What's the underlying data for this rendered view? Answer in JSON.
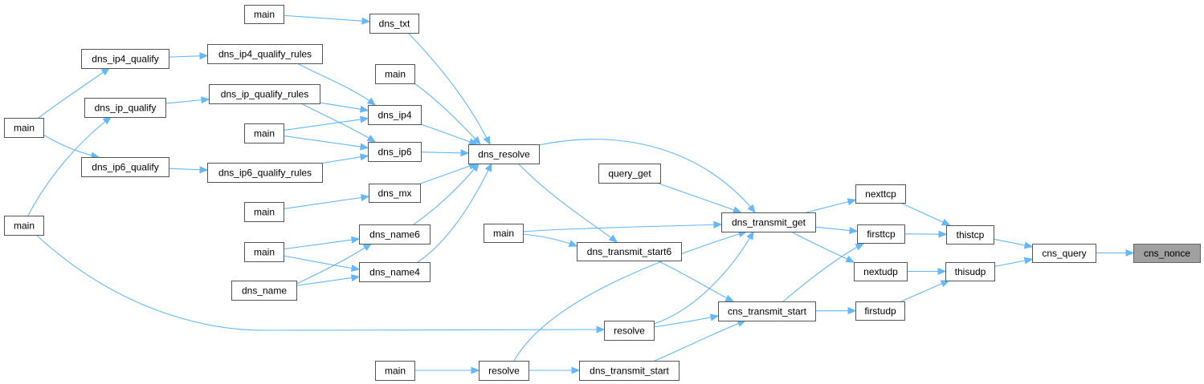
{
  "title": "cns_nonce caller graph",
  "colors": {
    "edge": "#63b8ff",
    "node_border": "#555555",
    "root_fill": "#a0a0a0",
    "node_fill": "#ffffff"
  },
  "nodes": [
    {
      "id": "cns_nonce",
      "label": "cns_nonce",
      "root": true
    },
    {
      "id": "cns_query",
      "label": "cns_query"
    },
    {
      "id": "thistcp",
      "label": "thistcp"
    },
    {
      "id": "thisudp",
      "label": "thisudp"
    },
    {
      "id": "nexttcp",
      "label": "nexttcp"
    },
    {
      "id": "firsttcp",
      "label": "firsttcp"
    },
    {
      "id": "nextudp",
      "label": "nextudp"
    },
    {
      "id": "firstudp",
      "label": "firstudp"
    },
    {
      "id": "dns_transmit_get",
      "label": "dns_transmit_get"
    },
    {
      "id": "cns_transmit_start",
      "label": "cns_transmit_start"
    },
    {
      "id": "query_get",
      "label": "query_get"
    },
    {
      "id": "dns_transmit_start6",
      "label": "dns_transmit_start6"
    },
    {
      "id": "dns_transmit_start",
      "label": "dns_transmit_start"
    },
    {
      "id": "main_r6",
      "label": "main"
    },
    {
      "id": "resolve_a",
      "label": "resolve"
    },
    {
      "id": "resolve_b",
      "label": "resolve"
    },
    {
      "id": "main_r1",
      "label": "main"
    },
    {
      "id": "dns_resolve",
      "label": "dns_resolve"
    },
    {
      "id": "dns_txt",
      "label": "dns_txt"
    },
    {
      "id": "main_txt",
      "label": "main"
    },
    {
      "id": "main_direct",
      "label": "main"
    },
    {
      "id": "dns_ip4",
      "label": "dns_ip4"
    },
    {
      "id": "dns_ip6",
      "label": "dns_ip6"
    },
    {
      "id": "main_ip",
      "label": "main"
    },
    {
      "id": "dns_mx",
      "label": "dns_mx"
    },
    {
      "id": "main_mx",
      "label": "main"
    },
    {
      "id": "dns_name6",
      "label": "dns_name6"
    },
    {
      "id": "dns_name4",
      "label": "dns_name4"
    },
    {
      "id": "main_name",
      "label": "main"
    },
    {
      "id": "dns_name",
      "label": "dns_name"
    },
    {
      "id": "dns_ip4_qualify_rules",
      "label": "dns_ip4_qualify_rules"
    },
    {
      "id": "dns_ip_qualify_rules",
      "label": "dns_ip_qualify_rules"
    },
    {
      "id": "dns_ip6_qualify_rules",
      "label": "dns_ip6_qualify_rules"
    },
    {
      "id": "dns_ip4_qualify",
      "label": "dns_ip4_qualify"
    },
    {
      "id": "dns_ip_qualify",
      "label": "dns_ip_qualify"
    },
    {
      "id": "dns_ip6_qualify",
      "label": "dns_ip6_qualify"
    },
    {
      "id": "main_left1",
      "label": "main"
    },
    {
      "id": "main_left2",
      "label": "main"
    }
  ],
  "edges": [
    {
      "from": "cns_query",
      "to": "cns_nonce"
    },
    {
      "from": "thistcp",
      "to": "cns_query"
    },
    {
      "from": "thisudp",
      "to": "cns_query"
    },
    {
      "from": "nexttcp",
      "to": "thistcp"
    },
    {
      "from": "firsttcp",
      "to": "thistcp"
    },
    {
      "from": "nextudp",
      "to": "thisudp"
    },
    {
      "from": "firstudp",
      "to": "thisudp"
    },
    {
      "from": "dns_transmit_get",
      "to": "nexttcp"
    },
    {
      "from": "dns_transmit_get",
      "to": "firsttcp"
    },
    {
      "from": "dns_transmit_get",
      "to": "nextudp"
    },
    {
      "from": "cns_transmit_start",
      "to": "firsttcp"
    },
    {
      "from": "cns_transmit_start",
      "to": "firstudp"
    },
    {
      "from": "query_get",
      "to": "dns_transmit_get"
    },
    {
      "from": "main_r6",
      "to": "dns_transmit_get"
    },
    {
      "from": "dns_resolve",
      "to": "dns_transmit_get"
    },
    {
      "from": "resolve_a",
      "to": "dns_transmit_get"
    },
    {
      "from": "resolve_b",
      "to": "dns_transmit_get"
    },
    {
      "from": "main_r6",
      "to": "dns_transmit_start6"
    },
    {
      "from": "dns_resolve",
      "to": "dns_transmit_start6"
    },
    {
      "from": "dns_transmit_start6",
      "to": "cns_transmit_start"
    },
    {
      "from": "resolve_a",
      "to": "cns_transmit_start"
    },
    {
      "from": "dns_transmit_start",
      "to": "cns_transmit_start"
    },
    {
      "from": "main_left2",
      "to": "resolve_a"
    },
    {
      "from": "main_r1",
      "to": "resolve_b"
    },
    {
      "from": "resolve_b",
      "to": "dns_transmit_start"
    },
    {
      "from": "dns_txt",
      "to": "dns_resolve"
    },
    {
      "from": "main_direct",
      "to": "dns_resolve"
    },
    {
      "from": "dns_ip4",
      "to": "dns_resolve"
    },
    {
      "from": "dns_ip6",
      "to": "dns_resolve"
    },
    {
      "from": "dns_mx",
      "to": "dns_resolve"
    },
    {
      "from": "dns_name6",
      "to": "dns_resolve"
    },
    {
      "from": "dns_name4",
      "to": "dns_resolve"
    },
    {
      "from": "main_txt",
      "to": "dns_txt"
    },
    {
      "from": "dns_ip4_qualify_rules",
      "to": "dns_ip4"
    },
    {
      "from": "dns_ip_qualify_rules",
      "to": "dns_ip4"
    },
    {
      "from": "main_ip",
      "to": "dns_ip4"
    },
    {
      "from": "dns_ip_qualify_rules",
      "to": "dns_ip6"
    },
    {
      "from": "main_ip",
      "to": "dns_ip6"
    },
    {
      "from": "dns_ip6_qualify_rules",
      "to": "dns_ip6"
    },
    {
      "from": "main_mx",
      "to": "dns_mx"
    },
    {
      "from": "main_name",
      "to": "dns_name6"
    },
    {
      "from": "dns_name",
      "to": "dns_name6"
    },
    {
      "from": "main_name",
      "to": "dns_name4"
    },
    {
      "from": "dns_name",
      "to": "dns_name4"
    },
    {
      "from": "dns_ip4_qualify",
      "to": "dns_ip4_qualify_rules"
    },
    {
      "from": "dns_ip_qualify",
      "to": "dns_ip_qualify_rules"
    },
    {
      "from": "dns_ip6_qualify",
      "to": "dns_ip6_qualify_rules"
    },
    {
      "from": "main_left1",
      "to": "dns_ip4_qualify"
    },
    {
      "from": "main_left1",
      "to": "dns_ip6_qualify"
    },
    {
      "from": "main_left2",
      "to": "dns_ip_qualify"
    }
  ]
}
